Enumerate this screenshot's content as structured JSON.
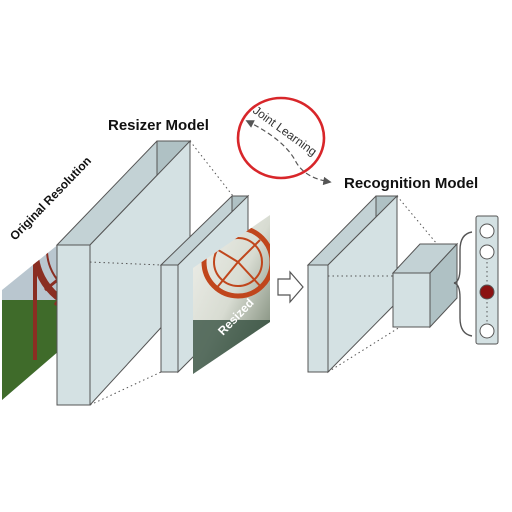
{
  "labels": {
    "original_resolution": "Original Resolution",
    "resizer_model": "Resizer Model",
    "recognition_model": "Recognition Model",
    "resized": "Resized",
    "joint_learning": "Joint Learning"
  },
  "colors": {
    "annotation_circle": "#d8262a",
    "selected_output": "#8b1212",
    "plate_fill": "#d4e1e3",
    "wheel": "#8a2e22",
    "grass": "#3f6b2a"
  },
  "output_vector": {
    "nodes": [
      "empty",
      "empty",
      "filled",
      "empty"
    ]
  }
}
